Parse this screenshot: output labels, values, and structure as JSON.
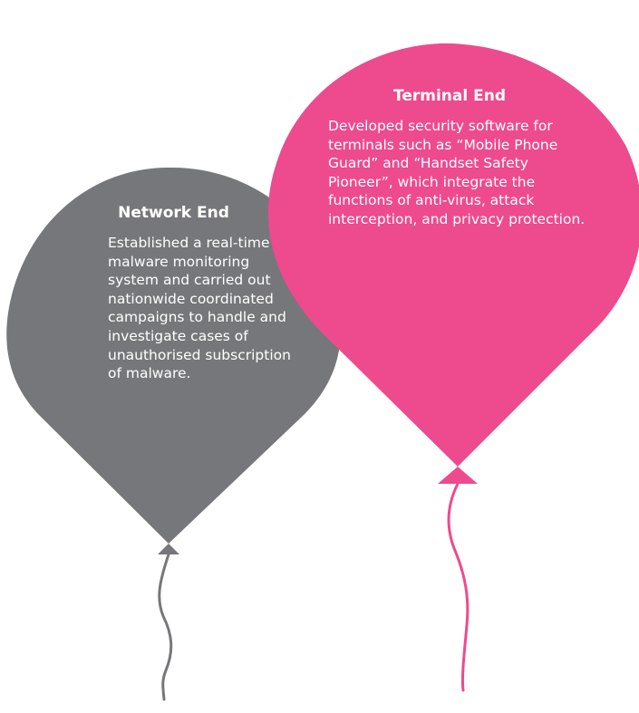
{
  "colors": {
    "network_balloon": "#76777a",
    "terminal_balloon": "#ee4a8e",
    "text": "#ffffff"
  },
  "balloons": [
    {
      "id": "network",
      "title": "Network End",
      "body": "Established a real-time malware monitoring system and carried out nationwide coordinated campaigns to handle and investigate cases of unauthorised subscription of malware."
    },
    {
      "id": "terminal",
      "title": "Terminal End",
      "body": "Developed security software for terminals such as “Mobile Phone Guard” and “Handset Safety Pioneer”, which integrate the functions of anti-virus, attack interception, and privacy protection."
    }
  ]
}
